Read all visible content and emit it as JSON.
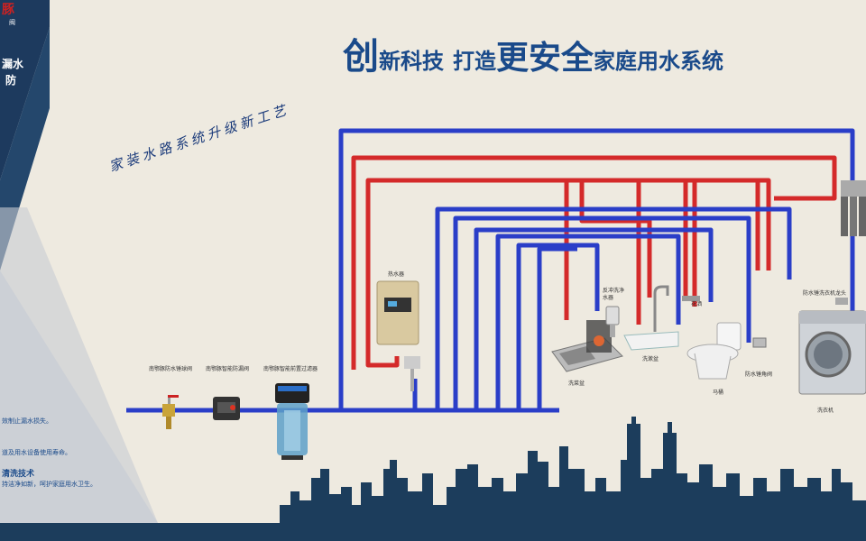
{
  "header": {
    "title_part1": "创",
    "title_part2": "新科技",
    "title_part3": "打造",
    "title_part4": "更安全",
    "title_part5": "家庭用水系统"
  },
  "slogan": "家装水路系统升级新工艺",
  "sidebar": {
    "logo_text": "豚",
    "logo_sub": "阀",
    "tag_line1": "漏水",
    "tag_line2": "防",
    "features": [
      "效制止漏水损失。",
      "道及用水设备使用寿命。",
      "清洗技术",
      "持洁净如新，呵护家庭用水卫生。"
    ]
  },
  "components": {
    "ball_valve": "南鄂豚防水锤球阀",
    "leak_valve": "南鄂豚智能防漏阀",
    "prefilter": "南鄂豚智能前置过滤器",
    "water_heater": "热水器",
    "purifier": "反冲洗净水器",
    "kitchen_sink": "洗菜盆",
    "basin": "洗漱盆",
    "shower": "花洒",
    "toilet": "马桶",
    "angle_valve": "防水锤角阀",
    "washer_tap": "防水锤洗衣机龙头",
    "washer": "洗衣机"
  },
  "colors": {
    "cold_pipe": "#2a3ec8",
    "hot_pipe": "#d42a2a",
    "title": "#1a4a8a",
    "sidebar": "#1d3a5e",
    "skyline": "#1c3d5c"
  }
}
